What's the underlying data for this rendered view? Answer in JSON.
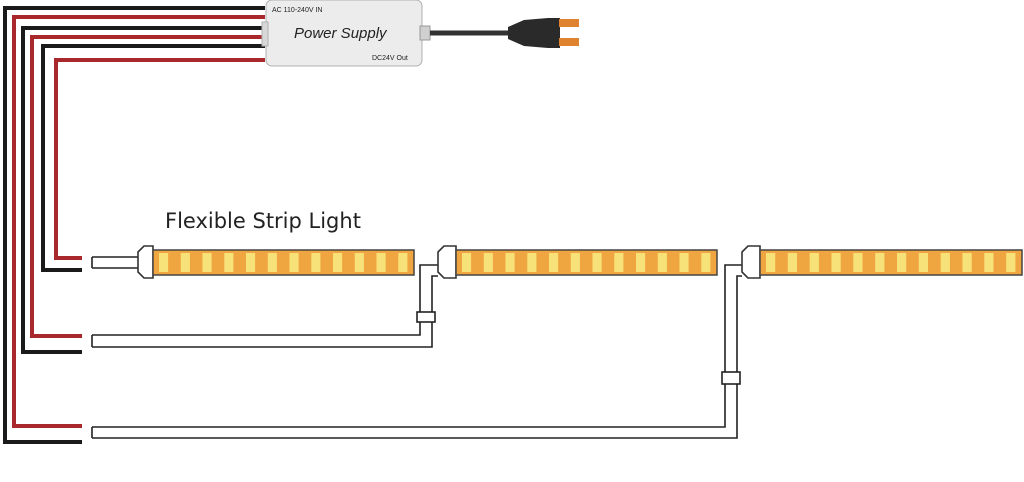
{
  "power_supply": {
    "title": "Power Supply",
    "input_label": "AC 110-240V IN",
    "output_label": "DC24V Out"
  },
  "strip_label": "Flexible Strip Light",
  "colors": {
    "wire_black": "#1a1a1a",
    "wire_red": "#a8282c",
    "strip_fill": "#f0a640",
    "strip_border": "#444444",
    "led_color": "#f7e27a",
    "plug_prong": "#e0832e",
    "box_fill": "#ececec"
  },
  "strips": [
    {
      "id": "strip-1",
      "led_count": 12
    },
    {
      "id": "strip-2",
      "led_count": 12
    },
    {
      "id": "strip-3",
      "led_count": 12
    }
  ]
}
